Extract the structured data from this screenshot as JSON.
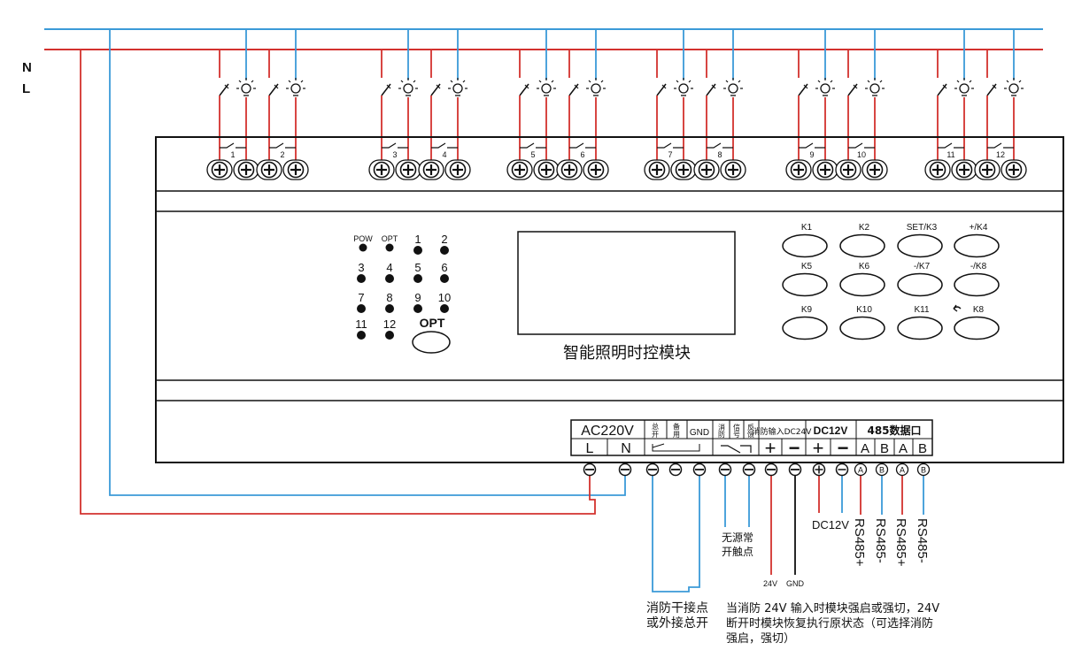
{
  "colors": {
    "neutral_wire": "#3b9ad8",
    "live_wire": "#d3322e",
    "outline": "#111111",
    "background": "#ffffff"
  },
  "bus": {
    "n_label": "N",
    "l_label": "L"
  },
  "channels": [
    "1",
    "2",
    "3",
    "4",
    "5",
    "6",
    "7",
    "8",
    "9",
    "10",
    "11",
    "12"
  ],
  "indicators": {
    "pow": "POW",
    "opt": "OPT",
    "channels": [
      "1",
      "2",
      "3",
      "4",
      "5",
      "6",
      "7",
      "8",
      "9",
      "10",
      "11",
      "12"
    ],
    "opt_button": "OPT"
  },
  "display": {
    "title": "智能照明时控模块"
  },
  "keys": [
    "K1",
    "K2",
    "SET/K3",
    "+/K4",
    "K5",
    "K6",
    "-/K7",
    "-/K8",
    "K9",
    "K10",
    "K11",
    "K8"
  ],
  "terminal_block": {
    "power": {
      "title": "AC220V",
      "l": "L",
      "n": "N"
    },
    "fire_group": {
      "zong": "总",
      "kai": "开",
      "bei": "备",
      "yong": "用",
      "gnd": "GND"
    },
    "signal_group": {
      "t1": "消",
      "t2": "防",
      "t3": "信",
      "t4": "号",
      "t5": "反",
      "t6": "馈"
    },
    "fire_input": {
      "title": "消防输入DC24V",
      "plus": "+",
      "minus": "−"
    },
    "dc12": {
      "title": "DC12V",
      "plus": "+",
      "minus": "−"
    },
    "rs485": {
      "title": "485数据口",
      "a1": "A",
      "b1": "B",
      "a2": "A",
      "b2": "B"
    }
  },
  "wiring_labels": {
    "fire_dry_1": "消防干接点",
    "fire_dry_2": "或外接总开",
    "passive_1": "无源常",
    "passive_2": "开触点",
    "v24": "24V",
    "gnd": "GND",
    "dc12v": "DC12V",
    "rs485_1": "RS485+",
    "rs485_2": "RS485-",
    "rs485_3": "RS485+",
    "rs485_4": "RS485-",
    "note_1": "当消防 24V 输入时模块强启或强切，24V",
    "note_2": "断开时模块恢复执行原状态（可选择消防",
    "note_3": "强启，强切）"
  }
}
